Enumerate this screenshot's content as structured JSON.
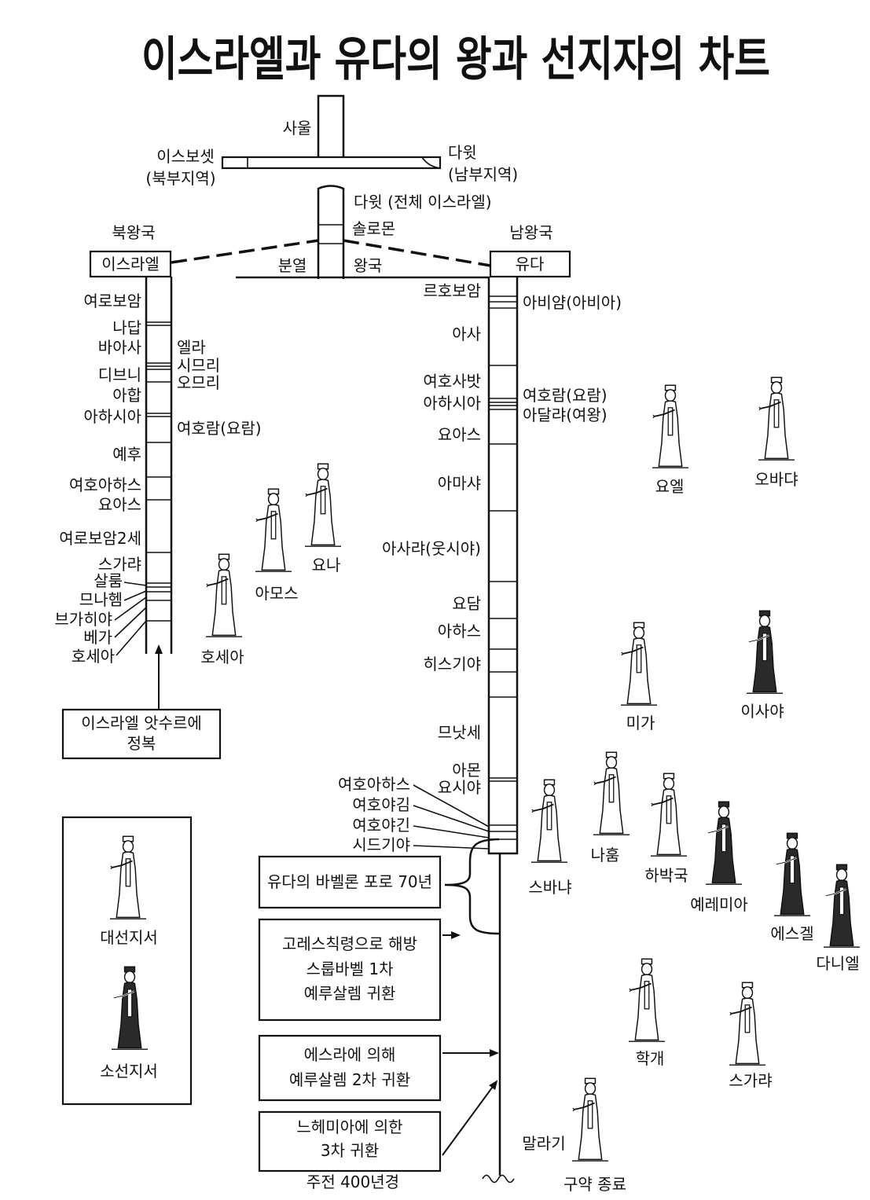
{
  "title": "이스라엘과 유다의 왕과 선지자의 차트",
  "colors": {
    "ink": "#111111",
    "paper": "#ffffff",
    "dark_robe": "#2a2a2a"
  },
  "top": {
    "saul": "사울",
    "ishbosheth": "이스보셋",
    "ishbosheth_region": "(북부지역)",
    "david": "다윗",
    "david_region": "(남부지역)",
    "david_united": "다윗 (전체 이스라엘)",
    "solomon": "솔로몬",
    "division_left": "분열",
    "division_right": "왕국"
  },
  "north": {
    "heading": "북왕국",
    "name": "이스라엘",
    "kings": [
      "여로보암",
      "나답",
      "바아사",
      "엘라",
      "시므리",
      "디브니",
      "오므리",
      "아합",
      "아하시아",
      "여호람(요람)",
      "예후",
      "여호아하스",
      "요아스",
      "여로보암2세",
      "스가랴",
      "살룸",
      "므나헴",
      "브가히야",
      "베가",
      "호세아"
    ],
    "fall": [
      "이스라엘 앗수르에",
      "정복"
    ]
  },
  "south": {
    "heading": "남왕국",
    "name": "유다",
    "kings": [
      "르호보암",
      "아비얌(아비아)",
      "아사",
      "여호사밧",
      "여호람(요람)",
      "아하시아",
      "아달랴(여왕)",
      "요아스",
      "아마샤",
      "아사랴(웃시야)",
      "요담",
      "아하스",
      "히스기야",
      "므낫세",
      "아몬",
      "요시야",
      "여호아하스",
      "여호야김",
      "여호야긴",
      "시드기야"
    ]
  },
  "events": {
    "exile": "유다의 바벨론 포로 70년",
    "first_return": [
      "고레스칙령으로 해방",
      "스룹바벨 1차",
      "예루살렘 귀환"
    ],
    "second_return": [
      "에스라에 의해",
      "예루살렘 2차 귀환"
    ],
    "third_return": [
      "느헤미아에 의한",
      "3차 귀환"
    ],
    "date": "주전 400년경",
    "ot_end": "구약 종료"
  },
  "prophets": [
    {
      "name": "요엘",
      "figure": "prophet-light-icon"
    },
    {
      "name": "오바댜",
      "figure": "prophet-light-icon"
    },
    {
      "name": "요나",
      "figure": "prophet-light-icon"
    },
    {
      "name": "아모스",
      "figure": "prophet-light-icon"
    },
    {
      "name": "호세아",
      "figure": "prophet-light-icon"
    },
    {
      "name": "미가",
      "figure": "prophet-light-icon"
    },
    {
      "name": "이사야",
      "figure": "prophet-dark-icon"
    },
    {
      "name": "나훔",
      "figure": "prophet-light-icon"
    },
    {
      "name": "스바냐",
      "figure": "prophet-light-icon"
    },
    {
      "name": "하박국",
      "figure": "prophet-light-icon"
    },
    {
      "name": "예레미아",
      "figure": "prophet-dark-icon"
    },
    {
      "name": "에스겔",
      "figure": "prophet-dark-icon"
    },
    {
      "name": "다니엘",
      "figure": "prophet-dark-icon"
    },
    {
      "name": "학개",
      "figure": "prophet-light-icon"
    },
    {
      "name": "스가랴",
      "figure": "prophet-light-icon"
    },
    {
      "name": "말라기",
      "figure": "prophet-light-icon"
    }
  ],
  "legend": {
    "major": {
      "label": "대선지서",
      "figure": "prophet-light-icon"
    },
    "minor": {
      "label": "소선지서",
      "figure": "prophet-dark-icon"
    }
  }
}
